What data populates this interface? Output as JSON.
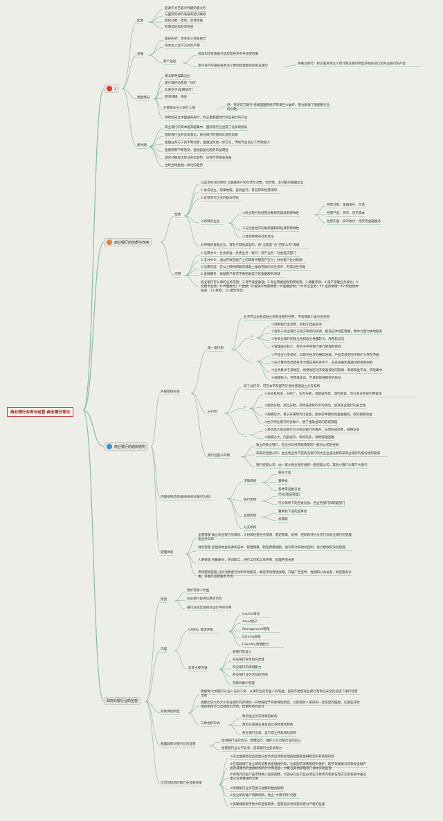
{
  "root": "商业银行业务与经营-商业银行导论",
  "colors": {
    "link": "#8cb8ac",
    "hub1_icon": "#d93a2b",
    "hub2_icon": "#e8803a",
    "hub3_icon": "#3a8fd9"
  },
  "hub1": {
    "icon_glyph": "1",
    "origin": {
      "label": "起源",
      "items": [
        "起源于文艺复兴时期的意大利",
        "与国际贸易的发展有密切联系",
        "放款对象：政府、封建贵族",
        "有明显的高利贷性质"
      ]
    },
    "development": {
      "label": "发展",
      "items": [
        "最初形式：资本主义商业银行",
        "资本主义生产方式的产物"
      ],
      "paths_label": "两个途径",
      "paths": [
        "旧高利贷性质银行适应新经济条件逐变而来",
        "新兴资产阶级按资本主义原则组建股份制商业银行"
      ],
      "paths_note": "英格兰银行：标志着资本主义现代商业银行制度开始形成以及商业银行的产生"
    },
    "china": {
      "label": "我国情况",
      "items": [
        "南北朝寺庙典当业",
        "唐代寄柜坊票的“飞钱”",
        "北宋交子(早期纸币)",
        "明清钱铺、银庄"
      ],
      "foreign_label": "外国资本主义银行入侵",
      "foreign_note": "例：英商东方银行 哈我国国民经济带来巨大破坏，但也刺激了我国银行业的兴起。",
      "last": "清政府成立中国通商银行，标志着我国现代商业银行的产生"
    },
    "new_era": {
      "label": "新时期",
      "items": [
        "商业银行的资本越来越集中，国际银行业出现了竞争新格局",
        "国际银行业的竞争激化，商业银行的国际化进程加快",
        "金融业务与工具不断创新，金融业务进一步交叉，传统专业化分工界限缩小",
        "金融管制不断放宽，金融自由化趋势日益明显",
        "国内外融资出现证券化趋势，证券市场蓬勃发展",
        "出现全球金融一体化的趋势"
      ]
    }
  },
  "hub2": {
    "label": "商业银行的性质与作用",
    "nature": {
      "label": "性质",
      "items": [
        "以追求利润为目标 以金融资产和负债为对象，综合性、多功能的金融企业",
        "1.依法设立，照章纳税，自负盈亏，有名称和经营场所",
        "2.具有现代企业的基本特征"
      ],
      "special_label": "3.特殊的企业",
      "special_items": [
        "①商业银行的经营对象和内容具有特殊性",
        "②与社会经济的联系面和风险具有特殊性",
        "③具有特殊的社会责任"
      ],
      "object_items": [
        "经营对象：金融资产、负债",
        "经营产品：货币、货币资本",
        "经营内容：货币收付、借贷等金融服务"
      ],
      "last": "4.特殊的金融企业，有别于其他类型的，向“全能型”与“百货公司”发展"
    },
    "role": {
      "label": "作用",
      "items": [
        "1.信用中介：社会资金—负债业务—银行—资产业务—社会经济部门",
        "2.支付中介：通过存款在账户上的转移代理客户支付，并为客户兑付现款",
        "3.信用创造：在以上两种职能的基础上推动存款的派生货币，形成派生存款",
        "4.金融服务：根据客户要求不断拓展自己的金融服务领域"
      ],
      "scope": "商业银行可从事的业务范围：1.货币资金融通；2.商业票据贴现和转贴现；3.储蓄存款；4.资产管理业务收付；5.信用卡业务；6.代理收付；7.担保；8.投资于政府债券；9.金融咨询；10.外汇业务；11.证券承销；12.风险资本投资；13.保险；14.租赁等等。"
    }
  },
  "hub3": {
    "label": "商业银行的组织结构",
    "external": {
      "label": "外部组织形式",
      "unit": {
        "label": "单一银行制",
        "intro": "业务完全由各自独立的商业银行经营，不设或很少设分支机构",
        "pros_label": "+",
        "pros": [
          "①限制银行业垄断，有利于自由竞争",
          "②有利于商业银行与地方政府的协调，能适应本地区需要，集中力量为本地服务",
          "③各商业银行的独立性和自主性都较大，经营较灵活",
          "④管理层次较少，有利于中央银行进行管理和控制"
        ],
        "cons_label": "-",
        "cons": [
          "①不适合分支机构，与现代经济的横向发展、产品交易范围不断扩大存在矛盾",
          "②在计算机等高新技术大量应用的条件下，业务发展和金融创新受到限制",
          "③业务集中于某地区，易受地区经济发展波动的影响，筹措资金不易，风险集中",
          "④规模较小，经营成本高，不易取得规模经济效益"
        ]
      },
      "branch": {
        "label": "分行制",
        "intro": "除了总行外，可在本市及国内外各地普遍设立分支机构",
        "pros_label": "+",
        "pros": [
          "①分支机构多，分布广，业务分散，易吸收存款，调剂资金，可以充分有效利用资本",
          "②放款分散，风险分散，可降低放款的平均风险，提高商业银行的安全性",
          "③规模较大，易于采用现代化设备，提供多种便利的金融服务，取得规模效益",
          "④由于商业银行的总数少，便于金融当局的宏观管理"
        ],
        "cons_label": "-",
        "cons": [
          "①易造成大商业银行对小商业银行的吞并，从而形成垄断，妨碍竞争",
          "②规模过大，内部层次、机构较多，导致管理困难"
        ]
      },
      "holding": {
        "label": "银行控股公司制",
        "items": [
          "独立的商业银行，但业务与经营政策受同一股份公司的控制",
          "非银行控股公司：由主要业务不是商业银行的大企业通过拥有某商业银行的股份组织起来",
          "银行控股公司：由一家大商业银行组织一家控股公司，其他小银行从属于大银行"
        ]
      }
    },
    "internal": {
      "label": "内部组织结构(股份制商业银行为例)",
      "decision": {
        "label": "决策机构",
        "items": [
          "股东大会",
          "董事会",
          "各种常设委员会"
        ]
      },
      "execution": {
        "label": "执行机构",
        "items": [
          "行长(或总经理)",
          "行长领导下的各委员会、各业务部门和职能部门"
        ]
      },
      "supervision": {
        "label": "监督机构",
        "items": [
          "董事会下设的监事会",
          "总稽核"
        ]
      },
      "branch_org": "分支机构"
    },
    "management": {
      "label": "管理体系",
      "items": [
        "全面管理 确立商业银行的目标、计划和经营业务预测，制定政策，指导、控制和评价分支行及商业银行的管理及业务工作",
        "财务管理 处理资本金来源和成本、管理预算，制定费用限额，进行审计和财务控制，进行税收和风险管理",
        "人事管理 招募雇员，培训职工，进行工作和工资评审，处理劳资关系",
        "市场营销管理 分析消费者行为和市场情况，确定市场营销战略，开展广告宣传、促销和公共关系，制定服务价格，开发产品和服务市场"
      ]
    }
  },
  "hub4": {
    "label": "政府对银行业的监管",
    "reasons": {
      "label": "原因",
      "items": [
        "保护存款人利益",
        "商业银行提供信用货币的",
        "银行业在宏观经济运行中的作用"
      ]
    },
    "content": {
      "label": "内容",
      "camel_label": "CAMEL 请求评级",
      "camel_items": [
        "Capital资本",
        "Asset资产",
        "Management管理",
        "Earning收益",
        "Liquidity清偿能力"
      ],
      "scope_label": "监管主要内容",
      "scope_items": [
        "新银行的准入",
        "商业银行资本的充足性",
        "商业银行的清偿能力",
        "商业银行业务活动的范围",
        "贷款的集中程度"
      ]
    },
    "deposit": {
      "label": "存款保险制度",
      "items": [
        "要解释 比如银行从业人员的工资、从事行业的审查人的利益；监管不能使商业银行有保证安全的前提下进行经营活动",
        "规模比较大的大小商业银行的存款统一的时候给予存款保险制度，以使存款人来得到一定程度的赔偿，让那些存款保险机构可以全部退出市场，结束所有的支付"
      ],
      "agency_label": "三种组织形式",
      "agency_items": [
        "政府设立的存款保险机构",
        "政府与金融业联合成立存款保险机构",
        "商业银行出资，自行成立存款保险机构"
      ]
    },
    "china_label": "我国政府对银行业的监管",
    "china_items": [
      "促进银行业的合法、稳健运行，维护公众对银行业的信心",
      "促使银行业公平竞争，提高银行业竞争能力"
    ],
    "crisis": {
      "label": "次贷危机后的银行业监管改革",
      "items": [
        "①成立金融稳定监管委员会负责监测和处理威胁国家金融稳定的系统性风险",
        "②在美联储下设立新的消费者金融保护局，为美国的消费者提供保护，赋予美联储对贷款等金融产品及其服务的金融机构的行为和监管，并能在其他管理部门具体实施监管",
        "③将场外衍生产品市场纳入监管视野，大部分衍生产品必须在交易所内或者在电子交易系统中通过第三方清算进行交易",
        "④限制银行业务范围与规模的相关限制",
        "⑤设立新的破产清算机制，防止“大而不倒”问题",
        "⑥美联储被赋予更大的监管职责，但其自身也将受到更为严格的监督"
      ]
    }
  }
}
